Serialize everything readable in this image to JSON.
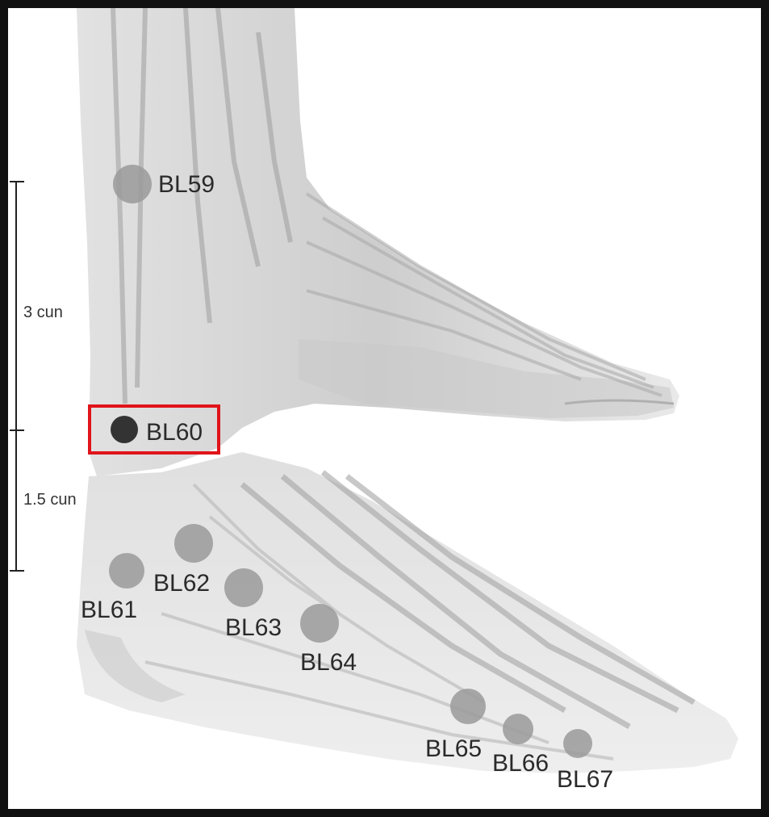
{
  "scale": {
    "upper_label": "3 cun",
    "lower_label": "1.5 cun"
  },
  "points": [
    {
      "id": "BL59",
      "label": "BL59",
      "highlighted": false
    },
    {
      "id": "BL60",
      "label": "BL60",
      "highlighted": true
    },
    {
      "id": "BL61",
      "label": "BL61",
      "highlighted": false
    },
    {
      "id": "BL62",
      "label": "BL62",
      "highlighted": false
    },
    {
      "id": "BL63",
      "label": "BL63",
      "highlighted": false
    },
    {
      "id": "BL64",
      "label": "BL64",
      "highlighted": false
    },
    {
      "id": "BL65",
      "label": "BL65",
      "highlighted": false
    },
    {
      "id": "BL66",
      "label": "BL66",
      "highlighted": false
    },
    {
      "id": "BL67",
      "label": "BL67",
      "highlighted": false
    }
  ],
  "colors": {
    "highlight_box": "#e0141a",
    "active_point": "#333333",
    "point": "#9a9a9a"
  }
}
